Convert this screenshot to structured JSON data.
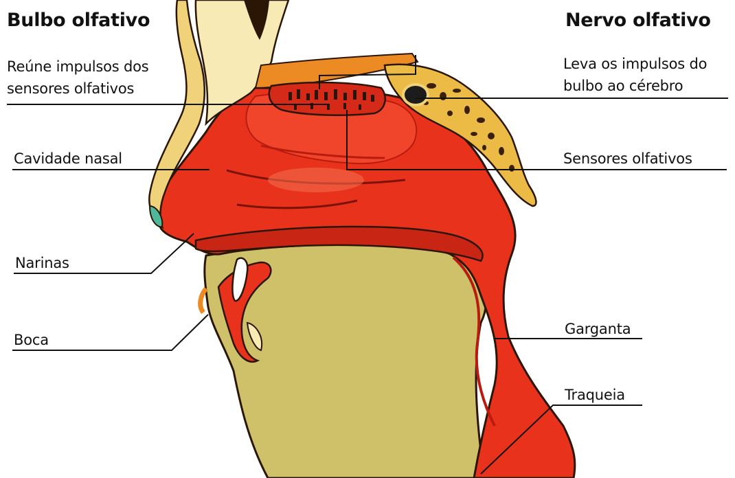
{
  "diagram": {
    "colors": {
      "background": "#ffffff",
      "airway_red": "#e8321b",
      "airway_dark": "#b81c10",
      "highlight_red": "#f26a4c",
      "tissue_khaki": "#cfc06a",
      "bone_yellow": "#efd27a",
      "bone_pale": "#f7eab4",
      "outline": "#2b1606",
      "orange": "#ec8a24",
      "line": "#111111"
    },
    "labels": {
      "bulbo_title": "Bulbo olfativo",
      "bulbo_desc_1": "Reúne impulsos dos",
      "bulbo_desc_2": "sensores olfativos",
      "nervo_title": "Nervo olfativo",
      "nervo_desc_1": "Leva os impulsos do",
      "nervo_desc_2": "bulbo ao cérebro",
      "cavidade": "Cavidade nasal",
      "sensores": "Sensores olfativos",
      "narinas": "Narinas",
      "boca": "Boca",
      "garganta": "Garganta",
      "traqueia": "Traqueia"
    }
  }
}
